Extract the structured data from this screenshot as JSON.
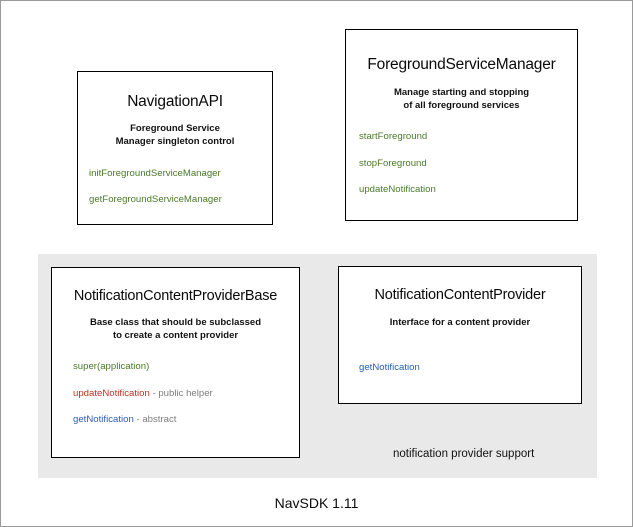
{
  "diagram": {
    "footer_caption": "NavSDK 1.11",
    "group_panel": {
      "label": "notification provider support"
    },
    "cards": [
      {
        "id": "navigation-api",
        "title": "NavigationAPI",
        "description": "Foreground Service\nManager singleton control",
        "methods": [
          {
            "name": "initForegroundServiceManager",
            "color": "green",
            "note": ""
          },
          {
            "name": "getForegroundServiceManager",
            "color": "green",
            "note": ""
          }
        ]
      },
      {
        "id": "foreground-service-manager",
        "title": "ForegroundServiceManager",
        "description": "Manage starting and stopping\nof all foreground services",
        "methods": [
          {
            "name": "startForeground",
            "color": "green",
            "note": ""
          },
          {
            "name": "stopForeground",
            "color": "green",
            "note": ""
          },
          {
            "name": "updateNotification",
            "color": "green",
            "note": ""
          }
        ]
      },
      {
        "id": "notification-content-provider-base",
        "title": "NotificationContentProviderBase",
        "description": "Base class that should be subclassed\nto create a content provider",
        "methods": [
          {
            "name": "super(application)",
            "color": "green",
            "note": ""
          },
          {
            "name": "updateNotification",
            "color": "red",
            "note": " - public helper"
          },
          {
            "name": "getNotification",
            "color": "blue",
            "note": " - abstract"
          }
        ]
      },
      {
        "id": "notification-content-provider",
        "title": "NotificationContentProvider",
        "description": "Interface for a content provider",
        "methods": [
          {
            "name": "getNotification",
            "color": "blue",
            "note": ""
          }
        ]
      }
    ],
    "colors": {
      "green": "#4a7a28",
      "red": "#bf3026",
      "blue": "#2a5db0",
      "note_gray": "#7e7e7e",
      "panel_background": "#e9e9e9",
      "card_border": "#000000"
    }
  }
}
